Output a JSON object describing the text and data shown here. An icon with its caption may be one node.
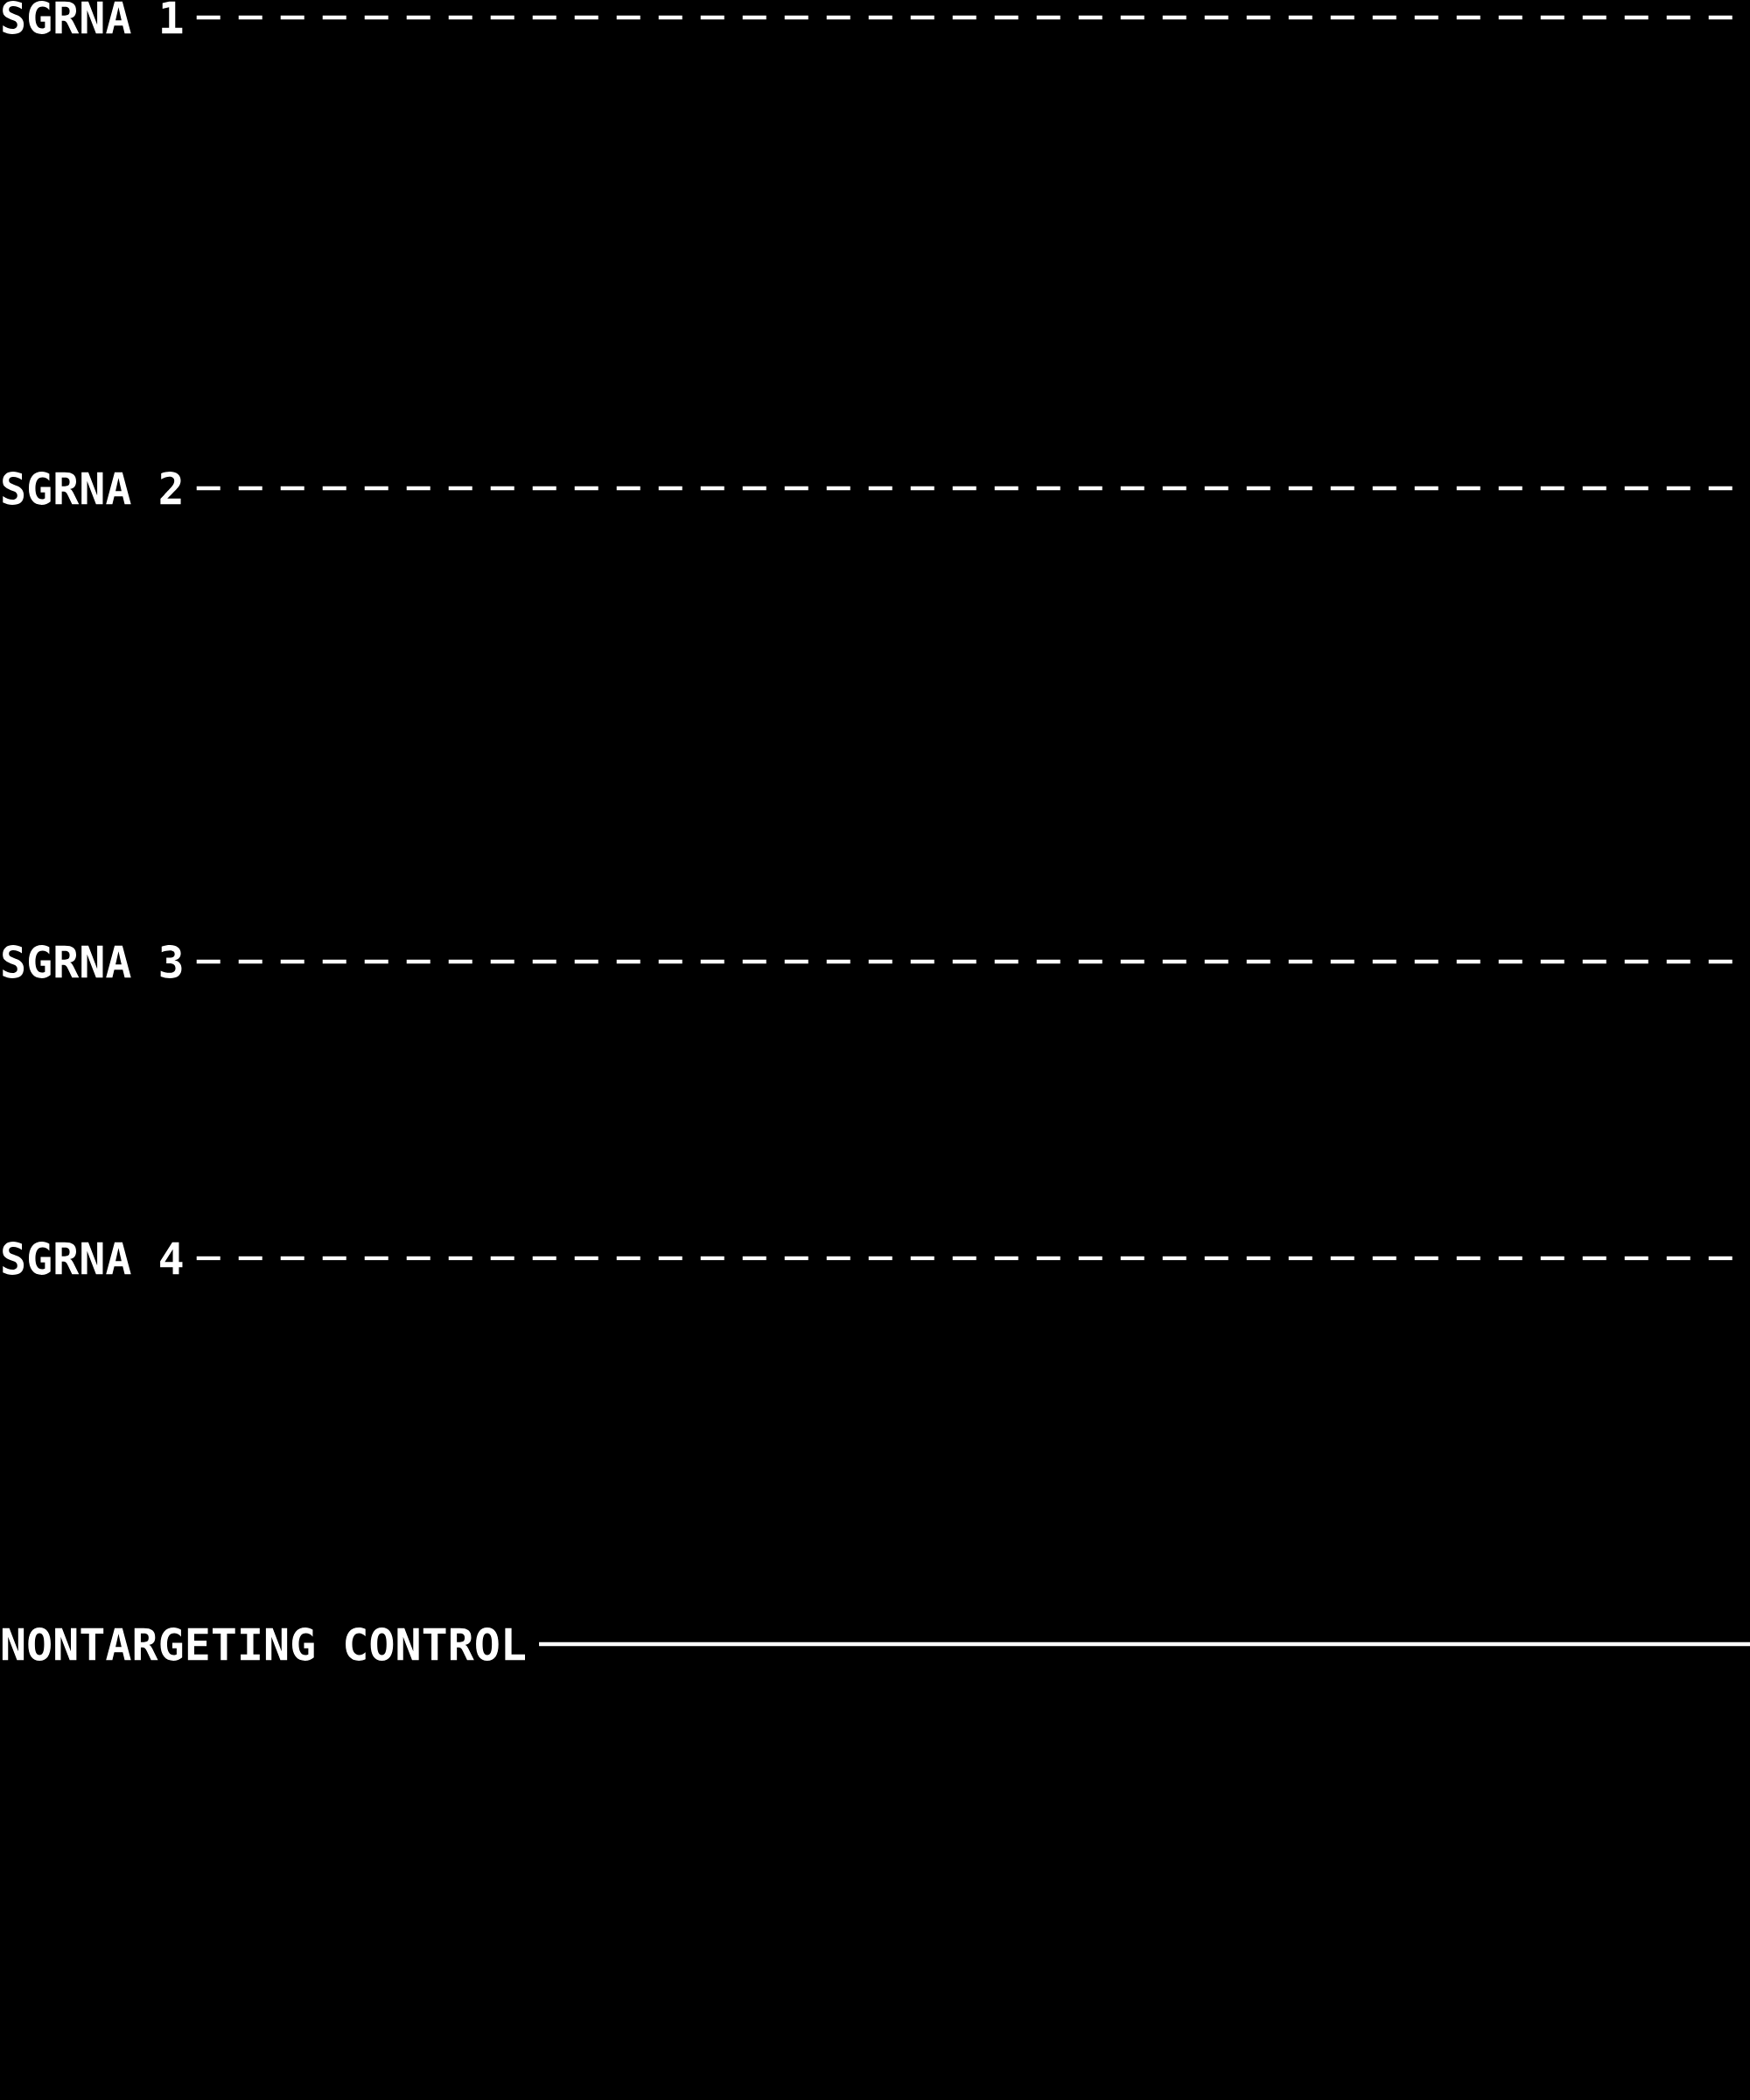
{
  "diagram": {
    "nodes": [
      {
        "text": [
          "SGRNA 1"
        ]
      },
      {
        "text": [
          "SGRNA 2"
        ]
      },
      {
        "text": [
          "SGRNA 3"
        ]
      },
      {
        "text": [
          "SGRNA 4"
        ]
      },
      {
        "text": [
          "NONTARGETING CONTROL"
        ]
      }
    ],
    "edges": [
      {
        "from": 0,
        "to": null,
        "arrow": "none",
        "style": "dashed"
      },
      {
        "from": 1,
        "to": null,
        "arrow": "none",
        "style": "dashed"
      },
      {
        "from": 2,
        "to": null,
        "arrow": "none",
        "style": "dashed"
      },
      {
        "from": 3,
        "to": null,
        "arrow": "none",
        "style": "dashed"
      },
      {
        "from": 4,
        "to": null,
        "arrow": "none"
      }
    ]
  }
}
